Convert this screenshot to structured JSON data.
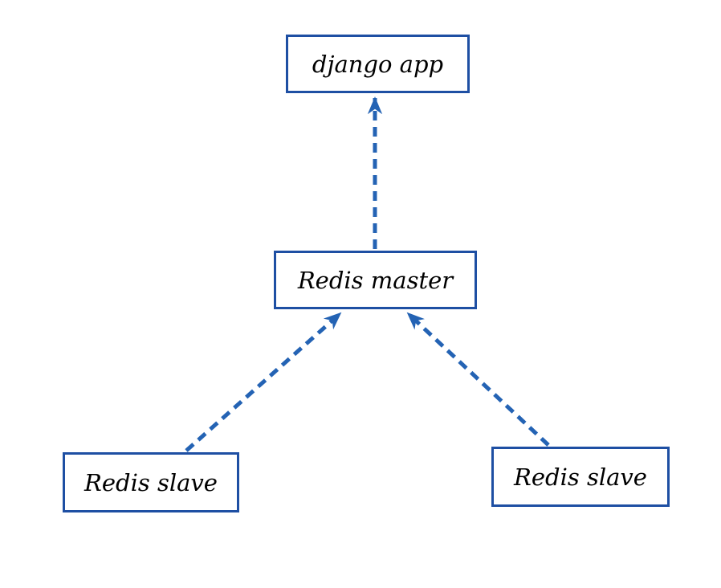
{
  "diagram": {
    "type": "architecture-diagram",
    "description": "Redis replication topology feeding a django app",
    "nodes": [
      {
        "id": "django-app",
        "label": "django app"
      },
      {
        "id": "redis-master",
        "label": "Redis master"
      },
      {
        "id": "redis-slave-left",
        "label": "Redis slave"
      },
      {
        "id": "redis-slave-right",
        "label": "Redis slave"
      }
    ],
    "edges": [
      {
        "from": "redis-master",
        "to": "django-app",
        "style": "dashed",
        "arrowhead": "end"
      },
      {
        "from": "redis-slave-left",
        "to": "redis-master",
        "style": "dashed",
        "arrowhead": "end"
      },
      {
        "from": "redis-slave-right",
        "to": "redis-master",
        "style": "dashed",
        "arrowhead": "end"
      }
    ],
    "colors": {
      "box_border": "#1e4fa3",
      "arrow": "#2463b4",
      "text": "#000000",
      "background": "#ffffff"
    }
  }
}
